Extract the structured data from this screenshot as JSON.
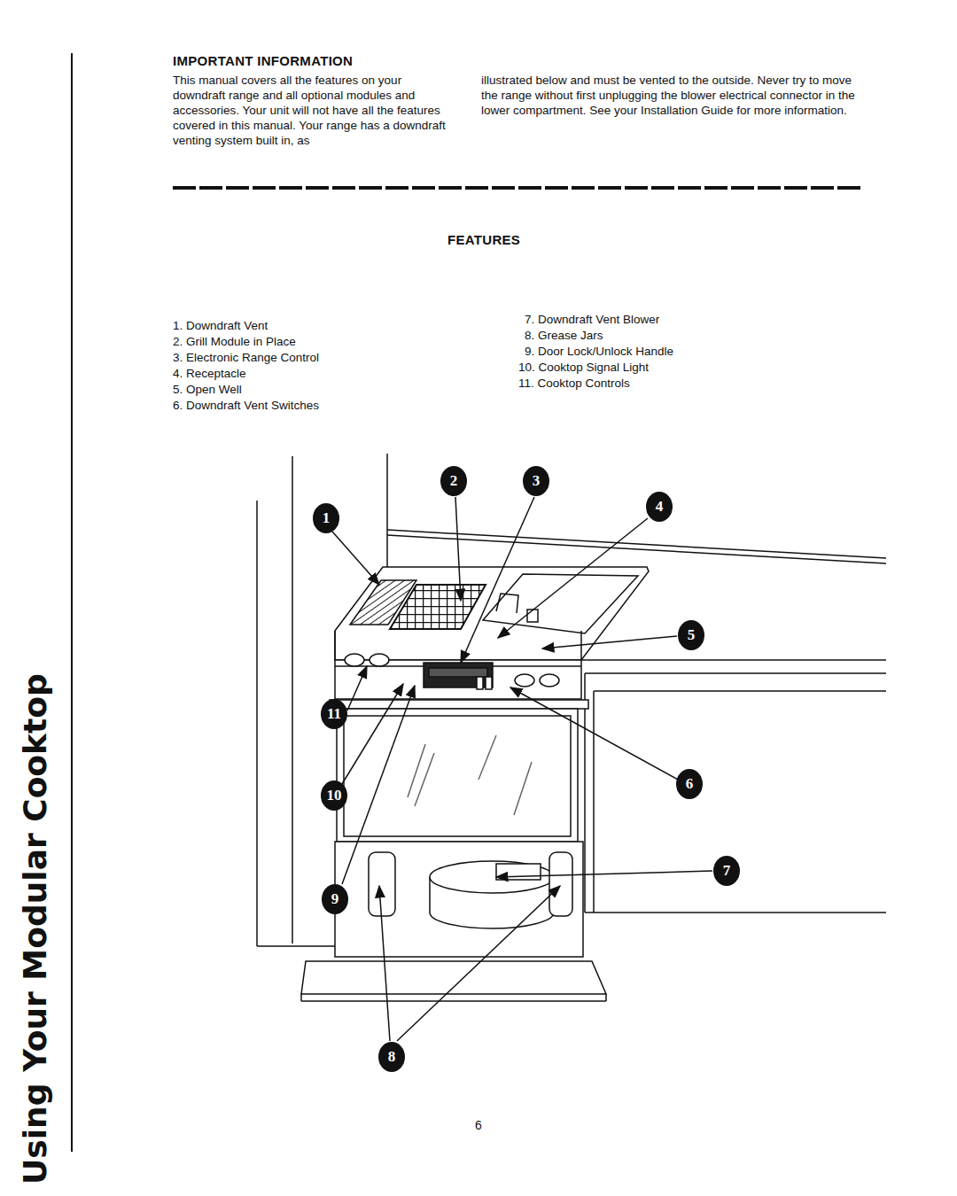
{
  "diagram": {
    "title": "IMPORTANT INFORMATION",
    "labels": [
      "This manual covers all the features on your downdraft range and all optional modules and accessories. Your unit will not have all the features covered in this manual. Your range has a downdraft venting system built in, as",
      "illustrated below and must be vented to the outside. Never try to move the range without first unplugging the blower electrical connector in the lower compartment. See your Installation Guide for more information.",
      "FEATURES",
      "1. Downdraft Vent",
      "2. Grill Module in Place",
      "3. Electronic Range Control",
      "4. Receptacle",
      "5. Open Well",
      "6. Downdraft Vent Switches",
      "7. Downdraft Vent Blower",
      "8. Grease Jars",
      "9. Door Lock/Unlock Handle",
      "10. Cooktop Signal Light",
      "11. Cooktop Controls",
      "1",
      "2",
      "3",
      "4",
      "5",
      "6",
      "7",
      "8",
      "9",
      "10",
      "11",
      "Using Your Modular Cooktop",
      "6"
    ]
  }
}
